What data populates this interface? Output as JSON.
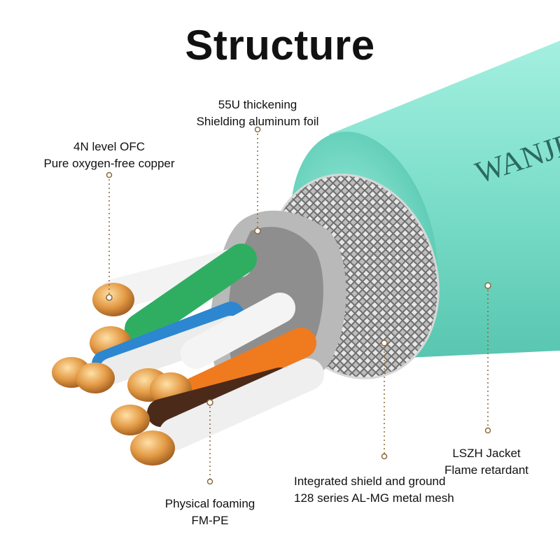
{
  "title": "Structure",
  "brand_text": "WANJE",
  "callouts": {
    "foil": {
      "line1": "55U thickening",
      "line2": "Shielding aluminum foil"
    },
    "copper": {
      "line1": "4N level OFC",
      "line2": "Pure oxygen-free copper"
    },
    "foaming": {
      "line1": "Physical foaming",
      "line2": "FM-PE"
    },
    "mesh": {
      "line1": "Integrated shield and ground",
      "line2": "128 series AL-MG metal mesh"
    },
    "jacket": {
      "line1": "LSZH Jacket",
      "line2": "Flame retardant"
    }
  },
  "colors": {
    "jacket": "#7ee0cc",
    "leader": "#8a6a3a",
    "copper": "#d9903e",
    "foil": "#b8b8b8"
  }
}
